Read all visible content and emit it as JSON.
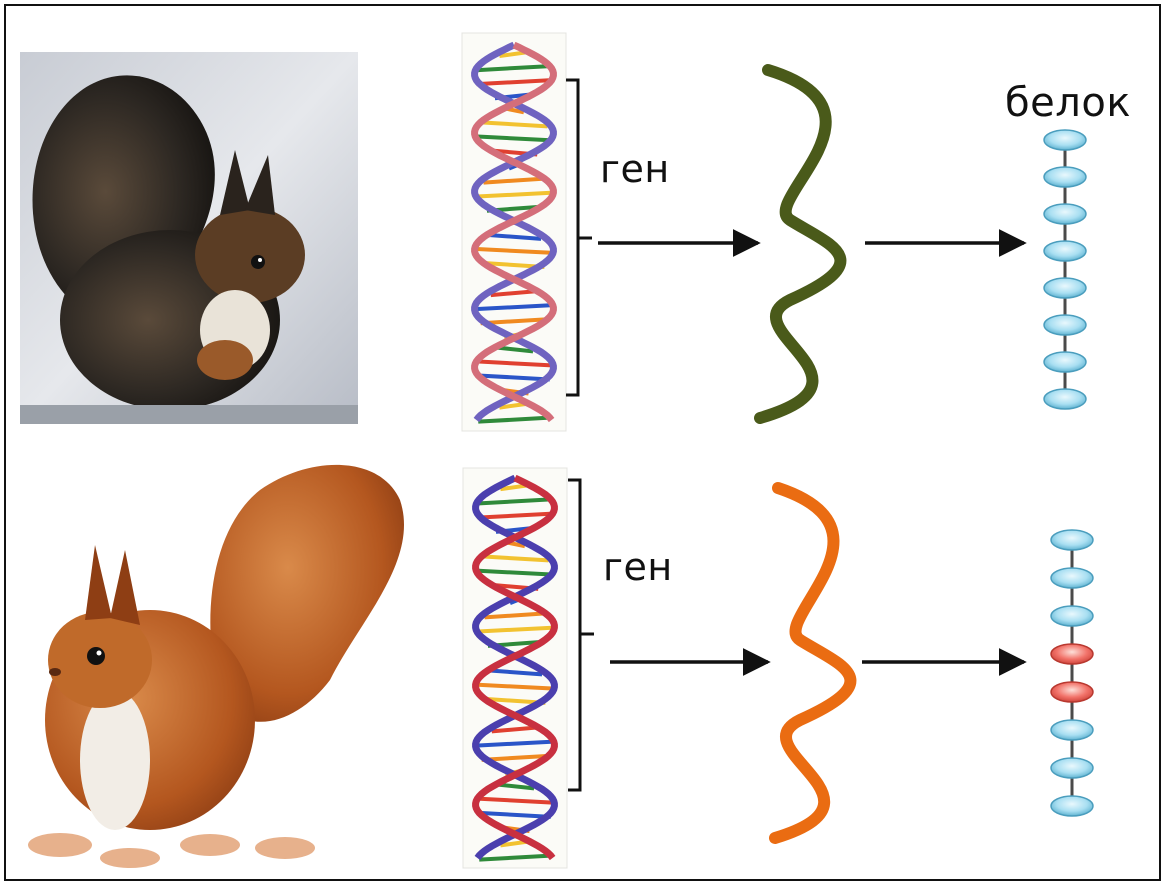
{
  "labels": {
    "protein": "белок",
    "gene_top": "ген",
    "gene_bottom": "ген"
  },
  "rows": [
    {
      "organism": "squirrel-dark",
      "mrna_color": "#4a5a1a",
      "protein_beads": [
        "normal",
        "normal",
        "normal",
        "normal",
        "normal",
        "normal",
        "normal",
        "normal"
      ]
    },
    {
      "organism": "squirrel-red",
      "mrna_color": "#ea6c12",
      "protein_beads": [
        "normal",
        "normal",
        "normal",
        "mutant",
        "mutant",
        "normal",
        "normal",
        "normal"
      ]
    }
  ],
  "colors": {
    "bead_normal": "#a9dff2",
    "bead_mutant": "#f2736a",
    "arrow": "#111111",
    "dna_strand_a": "#c83040",
    "dna_strand_b": "#4b3fae"
  }
}
